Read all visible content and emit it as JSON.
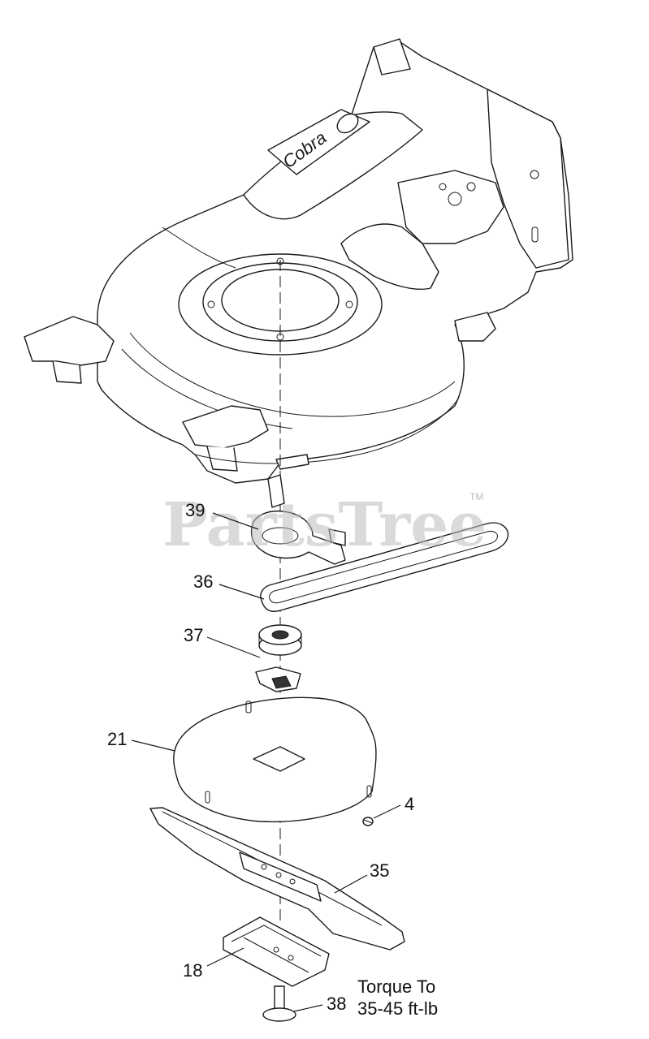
{
  "diagram": {
    "deck_logo_text": "Cobra",
    "watermark": {
      "text": "PartsTree",
      "trademark": "TM"
    },
    "callouts": [
      {
        "id": "c39",
        "label": "39"
      },
      {
        "id": "c36",
        "label": "36"
      },
      {
        "id": "c37",
        "label": "37"
      },
      {
        "id": "c21",
        "label": "21"
      },
      {
        "id": "c4",
        "label": "4"
      },
      {
        "id": "c35",
        "label": "35"
      },
      {
        "id": "c18",
        "label": "18"
      },
      {
        "id": "c38",
        "label": "38"
      }
    ],
    "torque_note": {
      "line1": "Torque To",
      "line2": "35-45 ft-lb"
    }
  }
}
